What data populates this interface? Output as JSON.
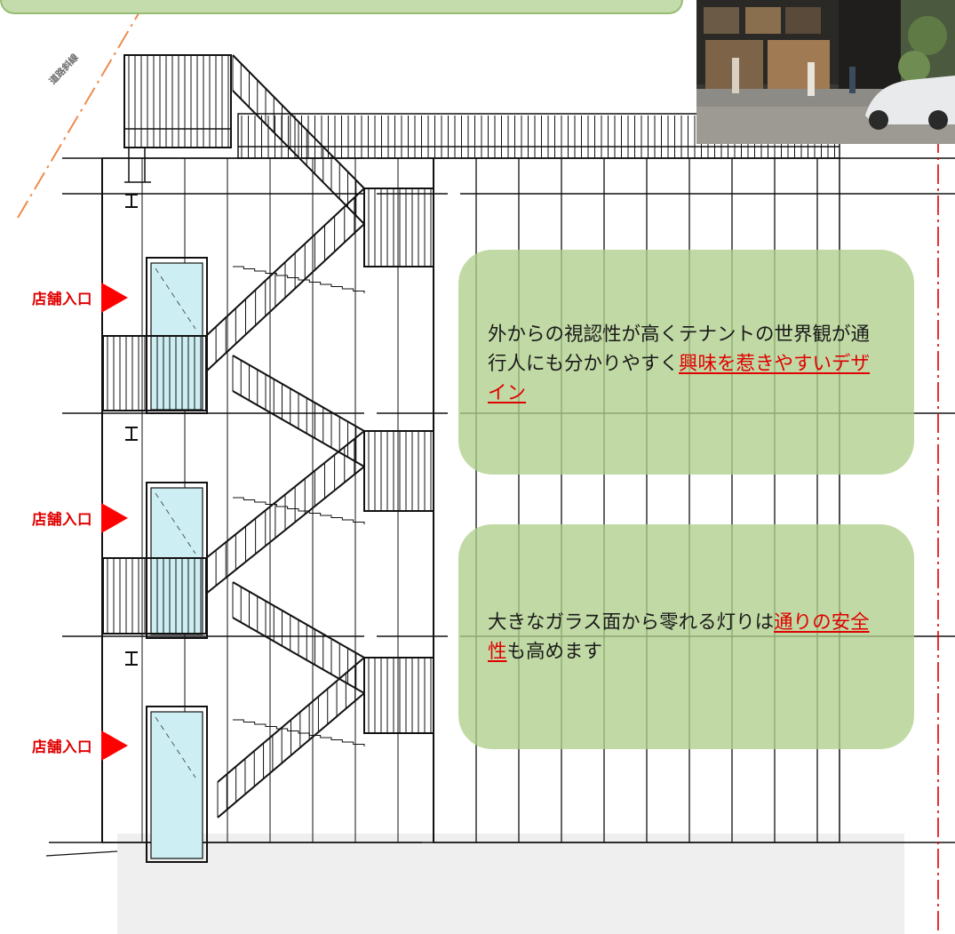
{
  "road_label": "道路斜線",
  "entrances": [
    {
      "label": "店舗入口"
    },
    {
      "label": "店舗入口"
    },
    {
      "label": "店舗入口"
    }
  ],
  "notes": [
    {
      "before": "外からの視認性が高くテナントの世界観が通行人にも分かりやすく",
      "highlight": "興味を惹きやすいデザイン",
      "after": ""
    },
    {
      "before": "大きなガラス面から零れる灯りは",
      "highlight": "通りの安全性",
      "after": "も高めます"
    }
  ],
  "colors": {
    "highlight": "#e00000",
    "arrow": "#ff0000",
    "note_box": "#afd08c",
    "property_line": "#e00000",
    "road_line": "#f08a4b"
  },
  "icons": [
    "entrance-arrow-icon"
  ]
}
